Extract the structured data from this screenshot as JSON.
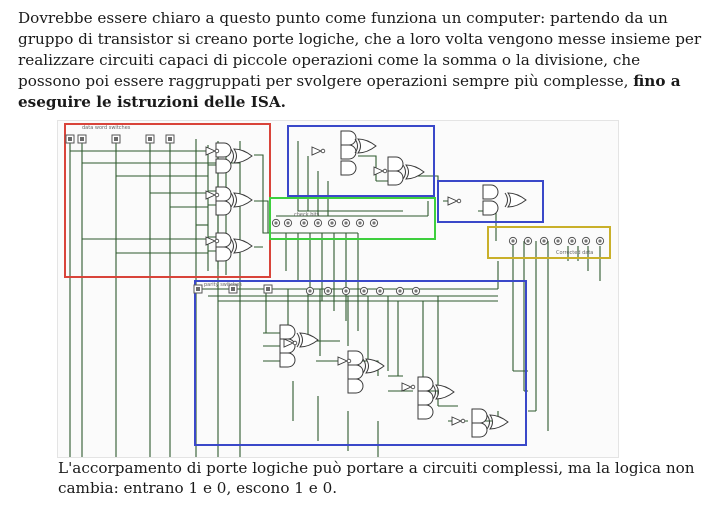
{
  "intro": {
    "text": "Dovrebbe essere chiaro a questo punto come funziona un computer: partendo da un gruppo di transistor si creano porte logiche, che a loro volta vengono messe insieme per realizzare circuiti capaci di piccole operazioni come la somma o la divisione, che possono poi essere raggruppati per svolgere operazioni sempre più complesse, ",
    "bold": "fino a eseguire le istruzioni delle ISA."
  },
  "figure": {
    "labels": {
      "data_word_switches": "data word switches",
      "check_bits": "check bits",
      "parity_switches": "parity switches",
      "corrected_data": "Corrected data"
    },
    "colors": {
      "red_box": "#d9443a",
      "blue_box": "#3a48c9",
      "green_box": "#3ecf3e",
      "yellow_box": "#c9b02a",
      "wire": "#2e5a2e",
      "gate": "#3a3a3a"
    }
  },
  "caption": {
    "text": "L'accorpamento di porte logiche può portare a circuiti complessi, ma la logica non cambia: entrano 1 e 0, escono 1 e 0."
  }
}
